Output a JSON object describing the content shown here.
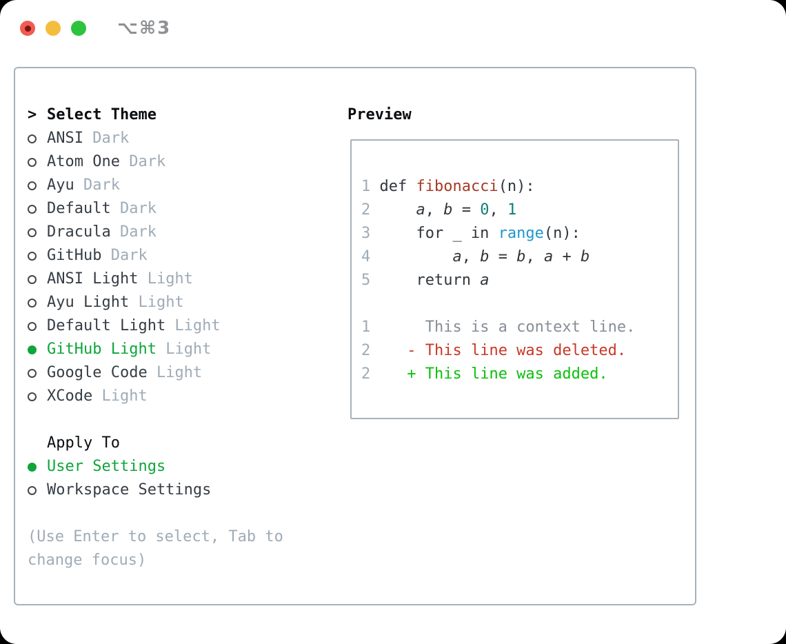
{
  "window": {
    "title": "⌥⌘3",
    "traffic_lights": [
      {
        "id": "close",
        "color": "#f05c51"
      },
      {
        "id": "minimize",
        "color": "#f5bd3e"
      },
      {
        "id": "zoom",
        "color": "#2ec33d"
      }
    ]
  },
  "theme_panel": {
    "header_prefix": ">",
    "header_label": "Select Theme",
    "themes": [
      {
        "name": "ANSI",
        "variant": "Dark",
        "selected": false
      },
      {
        "name": "Atom One",
        "variant": "Dark",
        "selected": false
      },
      {
        "name": "Ayu",
        "variant": "Dark",
        "selected": false
      },
      {
        "name": "Default",
        "variant": "Dark",
        "selected": false
      },
      {
        "name": "Dracula",
        "variant": "Dark",
        "selected": false
      },
      {
        "name": "GitHub",
        "variant": "Dark",
        "selected": false
      },
      {
        "name": "ANSI Light",
        "variant": "Light",
        "selected": false
      },
      {
        "name": "Ayu Light",
        "variant": "Light",
        "selected": false
      },
      {
        "name": "Default Light",
        "variant": "Light",
        "selected": false
      },
      {
        "name": "GitHub Light",
        "variant": "Light",
        "selected": true
      },
      {
        "name": "Google Code",
        "variant": "Light",
        "selected": false
      },
      {
        "name": "XCode",
        "variant": "Light",
        "selected": false
      }
    ],
    "apply_header": "Apply To",
    "apply_options": [
      {
        "label": "User Settings",
        "selected": true
      },
      {
        "label": "Workspace Settings",
        "selected": false
      }
    ],
    "hint_lines": [
      "(Use Enter to select, Tab to",
      "change focus)"
    ]
  },
  "preview": {
    "label": "Preview",
    "lines": [
      {
        "kind": "code",
        "num": "1",
        "tokens": [
          {
            "t": "def ",
            "c": "code"
          },
          {
            "t": "fibonacci",
            "c": "func"
          },
          {
            "t": "(n):",
            "c": "code"
          }
        ]
      },
      {
        "kind": "code",
        "num": "2",
        "tokens": [
          {
            "t": "    ",
            "c": "code"
          },
          {
            "t": "a",
            "c": "var"
          },
          {
            "t": ", ",
            "c": "code"
          },
          {
            "t": "b",
            "c": "var"
          },
          {
            "t": " = ",
            "c": "code"
          },
          {
            "t": "0",
            "c": "number"
          },
          {
            "t": ", ",
            "c": "code"
          },
          {
            "t": "1",
            "c": "number"
          }
        ]
      },
      {
        "kind": "code",
        "num": "3",
        "tokens": [
          {
            "t": "    for _ in ",
            "c": "code"
          },
          {
            "t": "range",
            "c": "builtin"
          },
          {
            "t": "(n):",
            "c": "code"
          }
        ]
      },
      {
        "kind": "code",
        "num": "4",
        "tokens": [
          {
            "t": "        ",
            "c": "code"
          },
          {
            "t": "a",
            "c": "var"
          },
          {
            "t": ", ",
            "c": "code"
          },
          {
            "t": "b",
            "c": "var"
          },
          {
            "t": " = ",
            "c": "code"
          },
          {
            "t": "b",
            "c": "var"
          },
          {
            "t": ", ",
            "c": "code"
          },
          {
            "t": "a",
            "c": "var"
          },
          {
            "t": " + ",
            "c": "code"
          },
          {
            "t": "b",
            "c": "var"
          }
        ]
      },
      {
        "kind": "code",
        "num": "5",
        "tokens": [
          {
            "t": "    return ",
            "c": "code"
          },
          {
            "t": "a",
            "c": "var"
          }
        ]
      },
      {
        "kind": "blank",
        "num": "",
        "tokens": []
      },
      {
        "kind": "context",
        "num": "1",
        "tokens": [
          {
            "t": "     ",
            "c": "code"
          },
          {
            "t": "This is a context line.",
            "c": "context"
          }
        ]
      },
      {
        "kind": "deleted",
        "num": "2",
        "tokens": [
          {
            "t": "   ",
            "c": "code"
          },
          {
            "t": "- ",
            "c": "deleted"
          },
          {
            "t": "This line was deleted.",
            "c": "deleted"
          }
        ]
      },
      {
        "kind": "added",
        "num": "2",
        "tokens": [
          {
            "t": "   ",
            "c": "code"
          },
          {
            "t": "+ ",
            "c": "added"
          },
          {
            "t": "This line was added.",
            "c": "added"
          }
        ]
      }
    ]
  },
  "colors": {
    "tl-red": "#f05c51",
    "tl-red-dot": "#7e1410",
    "tl-yellow": "#f5bd3e",
    "tl-green": "#2ec33d",
    "title-gray": "#8e9094",
    "border": "#a7b1bb",
    "header-black": "#0a0d10",
    "name-dark": "#363d44",
    "muted": "#9fabb7",
    "green": "#0ea53a",
    "radio-ring": "#41484f",
    "ln-gray": "#9fabb7",
    "code": "#30363c",
    "func-red": "#a63a26",
    "num-teal": "#0e7d79",
    "builtin-blue": "#1f97cb",
    "ctx-gray": "#868e97",
    "del-red": "#c93726",
    "add-green": "#0bc00b"
  }
}
